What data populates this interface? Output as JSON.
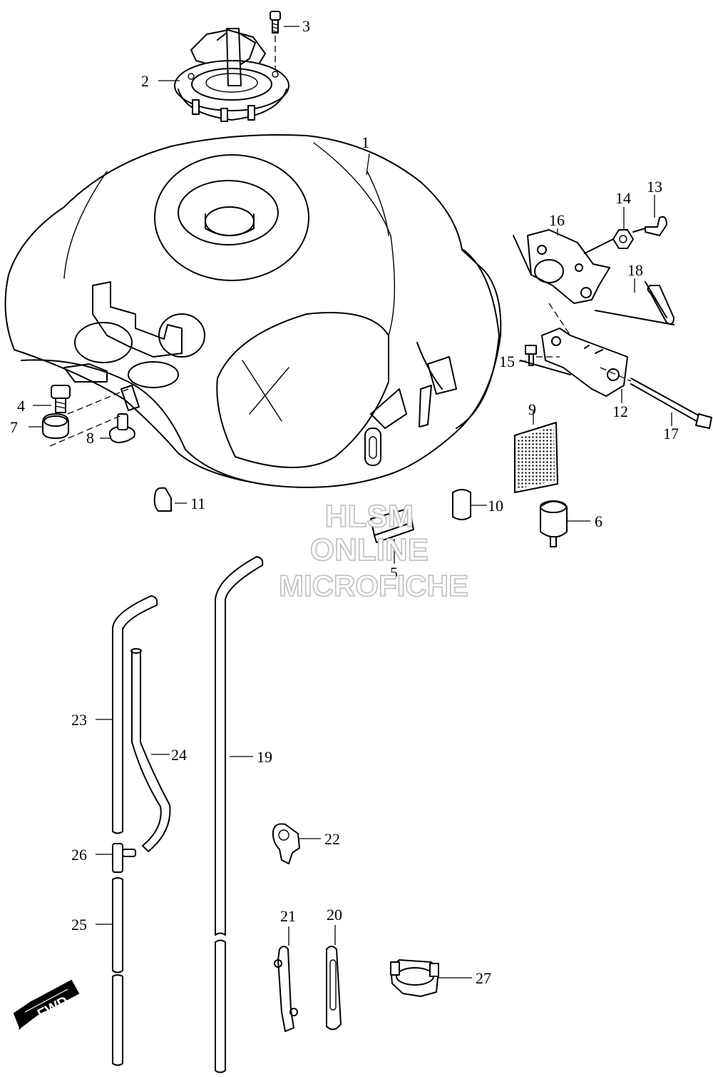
{
  "watermark": {
    "line1": "HLSM",
    "line2": "ONLINE",
    "line3": "MICROFICHE"
  },
  "fwd_badge": "FWD",
  "callouts": {
    "c1": "1",
    "c2": "2",
    "c3": "3",
    "c4": "4",
    "c5": "5",
    "c6": "6",
    "c7": "7",
    "c8": "8",
    "c9": "9",
    "c10": "10",
    "c11": "11",
    "c12": "12",
    "c13": "13",
    "c14": "14",
    "c15": "15",
    "c16": "16",
    "c17": "17",
    "c18": "18",
    "c19": "19",
    "c20": "20",
    "c21": "21",
    "c22": "22",
    "c23": "23",
    "c24": "24",
    "c25": "25",
    "c26": "26",
    "c27": "27"
  }
}
